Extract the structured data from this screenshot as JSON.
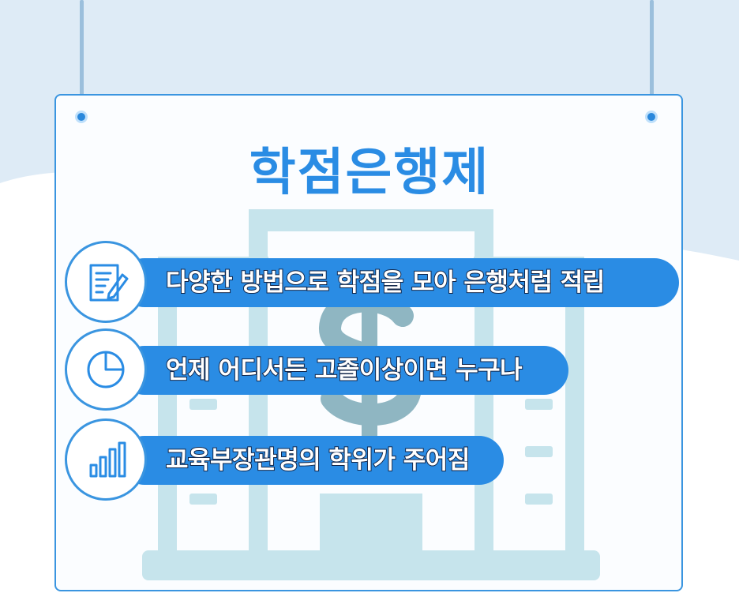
{
  "title": "학점은행제",
  "items": [
    {
      "text": "다양한 방법으로 학점을 모아 은행처럼 적립",
      "icon": "document-pencil-icon"
    },
    {
      "text": "언제 어디서든 고졸이상이면 누구나",
      "icon": "pie-chart-icon"
    },
    {
      "text": "교육부장관명의 학위가 주어짐",
      "icon": "bar-chart-icon"
    }
  ],
  "colors": {
    "accent": "#2a8ce4",
    "border": "#3a95e0",
    "text_outline": "#11264a",
    "background_light": "#deebf6",
    "illustration": "#c6e4ec"
  }
}
